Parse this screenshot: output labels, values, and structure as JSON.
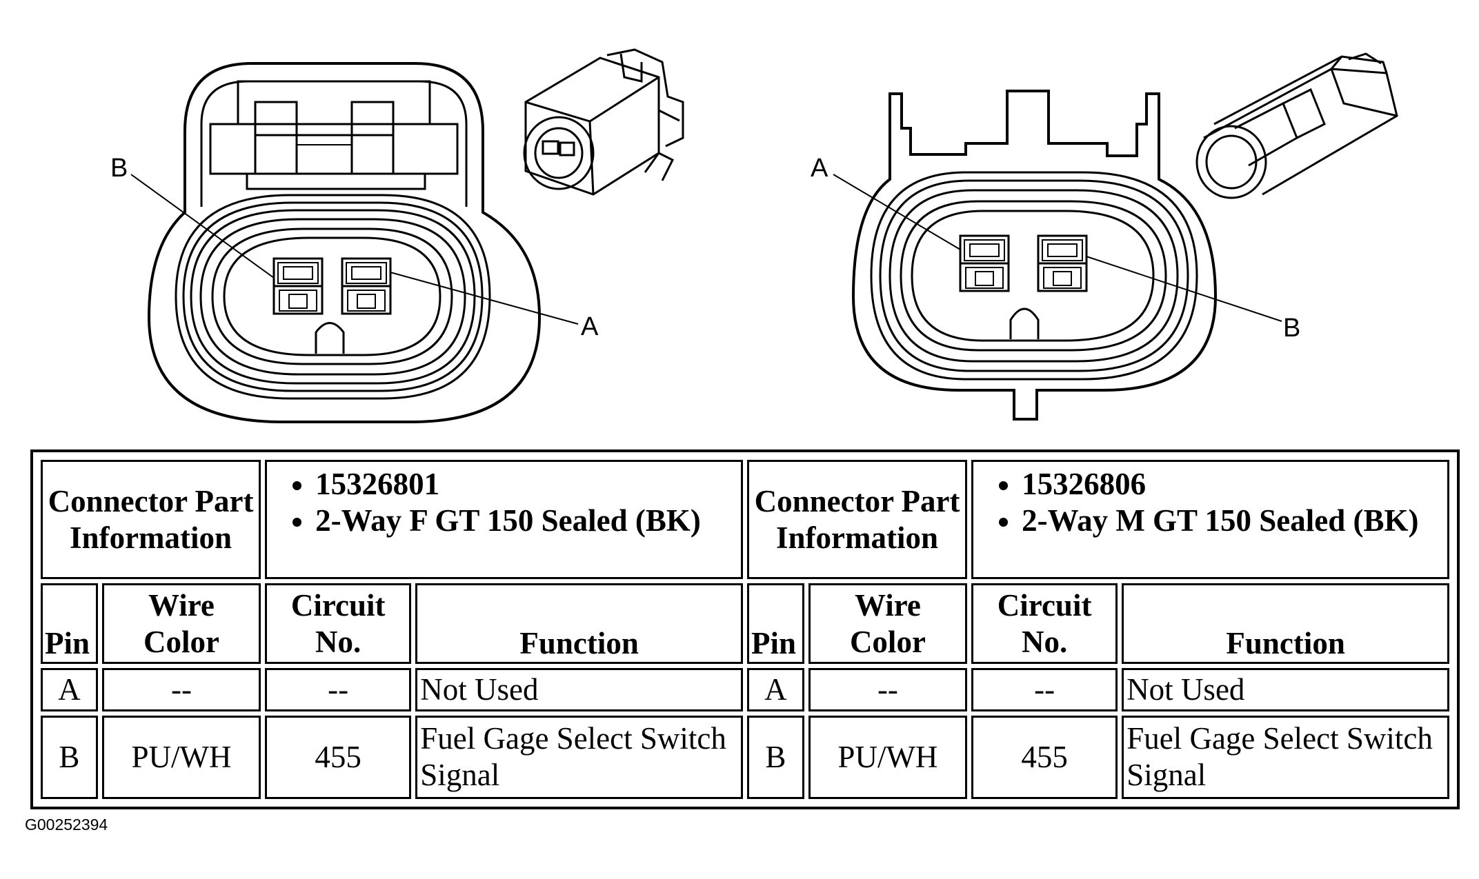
{
  "diagram": {
    "left_connector": {
      "label_b": "B",
      "label_a": "A"
    },
    "right_connector": {
      "label_a": "A",
      "label_b": "B"
    }
  },
  "table": {
    "connectors": [
      {
        "info_header": "Connector Part Information",
        "part_info": [
          "15326801",
          "2-Way F GT 150 Sealed (BK)"
        ],
        "col_pin": "Pin",
        "col_wire_color": "Wire Color",
        "col_circuit_no": "Circuit No.",
        "col_function": "Function",
        "rows": [
          {
            "pin": "A",
            "wire_color": "--",
            "circuit_no": "--",
            "function": "Not Used"
          },
          {
            "pin": "B",
            "wire_color": "PU/WH",
            "circuit_no": "455",
            "function": "Fuel Gage Select Switch Signal"
          }
        ]
      },
      {
        "info_header": "Connector Part Information",
        "part_info": [
          "15326806",
          "2-Way M GT 150 Sealed (BK)"
        ],
        "col_pin": "Pin",
        "col_wire_color": "Wire Color",
        "col_circuit_no": "Circuit No.",
        "col_function": "Function",
        "rows": [
          {
            "pin": "A",
            "wire_color": "--",
            "circuit_no": "--",
            "function": "Not Used"
          },
          {
            "pin": "B",
            "wire_color": "PU/WH",
            "circuit_no": "455",
            "function": "Fuel Gage Select Switch Signal"
          }
        ]
      }
    ]
  },
  "figure_id": "G00252394"
}
